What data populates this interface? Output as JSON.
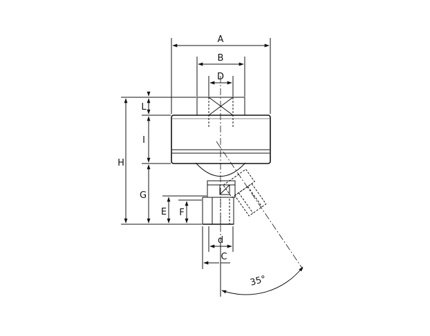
{
  "drawing": {
    "labels": {
      "A": "A",
      "B": "B",
      "D": "D",
      "L": "L",
      "I": "I",
      "H": "H",
      "G": "G",
      "E": "E",
      "F": "F",
      "d": "d",
      "C": "C",
      "angle": "35°"
    }
  },
  "colors": {
    "line": "#111111",
    "body_light": "#eeeeee",
    "body_dark": "#444444",
    "thread": "#666666"
  }
}
